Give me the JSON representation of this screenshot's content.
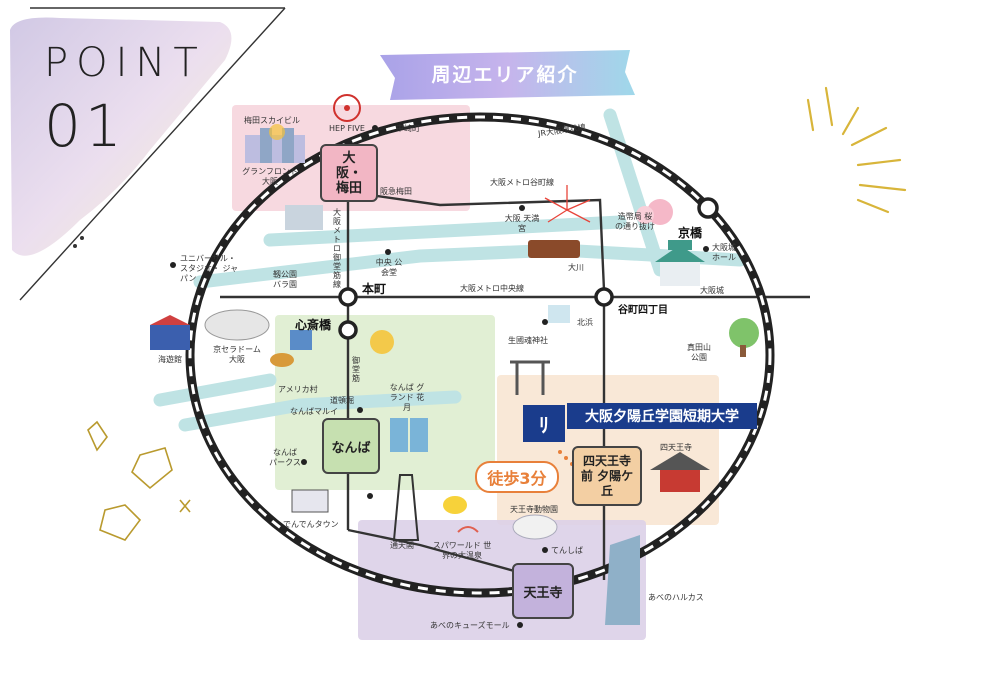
{
  "point": {
    "title": "POINT",
    "number": "01"
  },
  "banner": "周辺エリア紹介",
  "stations": {
    "umeda": "大阪・梅田",
    "honmachi": "本町",
    "shinsaibashi": "心斎橋",
    "namba": "なんば",
    "tennoji": "天王寺",
    "kyobashi": "京橋",
    "tanimachi": "谷町四丁目",
    "shitennoji_mae": "四天王寺前 夕陽ケ丘"
  },
  "lines": {
    "loop": "JR大阪環状線",
    "tanimachi_line": "大阪メトロ谷町線",
    "midosuji_line": "大阪メトロ御堂筋線",
    "chuo_line": "大阪メトロ中央線"
  },
  "university": "大阪夕陽丘学園短期大学",
  "walk": "徒歩3分",
  "places": {
    "umeda_sky": "梅田スカイビル",
    "hep_five": "HEP FIVE",
    "nakazakicho": "中崎町",
    "grand_front": "グランフロント 大阪",
    "hankyu_umeda": "阪急梅田",
    "osaka_tenmangu": "大阪 天満宮",
    "zoheikyoku": "造幣局 桜の通り抜け",
    "chuo_kokaido": "中央 公会堂",
    "usj": "ユニバーサル・ スタジオ・ ジャパン",
    "utsubo_park": "靱公園 バラ園",
    "osaka_castle_hall": "大阪城 ホール",
    "osaka_castle": "大阪城",
    "okawa": "大川",
    "kitahama": "北浜",
    "kaiyukan": "海遊館",
    "kyocera_dome": "京セラドーム 大阪",
    "amerika_mura": "アメリカ村",
    "midosuji": "御堂筋",
    "dotonbori": "道頓堀",
    "namba_marui": "なんばマルイ",
    "namba_grand_kagetsu": "なんば グランド 花月",
    "namba_parks": "なんば パークス",
    "ikutama_jinja": "生國魂神社",
    "sanadayama": "真田山 公園",
    "shitennoji": "四天王寺",
    "tennoji_zoo": "天王寺動物園",
    "den_den_town": "でんでんタウン",
    "tsutenkaku": "通天閣",
    "spa_world": "スパワールド 世界の大温泉",
    "tennoji_park": "てんしば",
    "abeno_harukas": "あべのハルカス",
    "qs_mall": "あべのキューズモール"
  },
  "colors": {
    "umeda_area": "#f5d0d8",
    "namba_area": "#dceccc",
    "tennoji_area": "#dcd0e8",
    "shitennoji_area": "#f8e4d0",
    "river": "#bfe3e4",
    "university": "#1a3c8c",
    "walk": "#e8803a",
    "station_box": "#f2b6c4"
  }
}
